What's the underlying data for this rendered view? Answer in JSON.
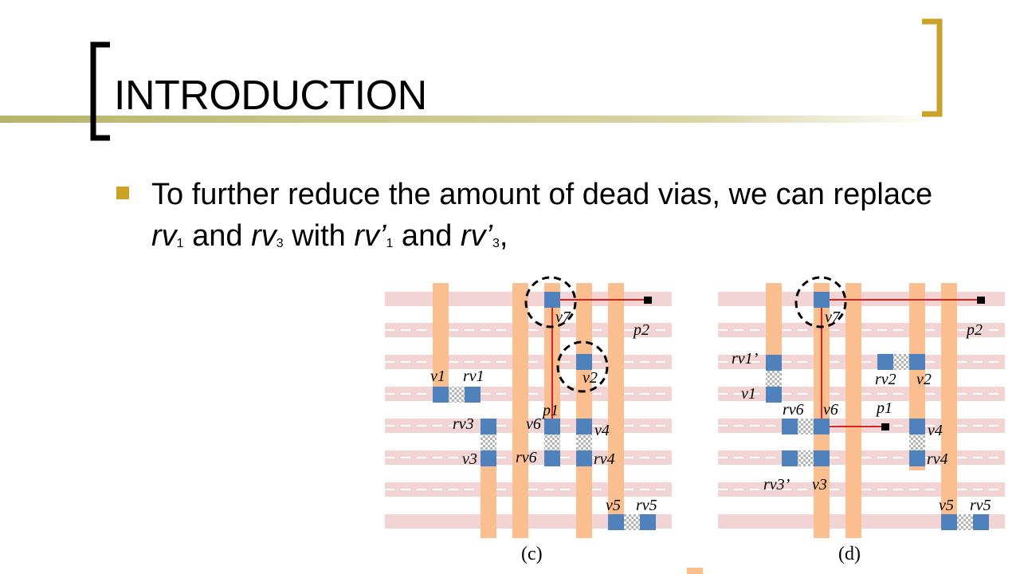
{
  "slide": {
    "title": "INTRODUCTION",
    "bullet": {
      "prefix": "To further reduce the amount of dead vias, we can replace ",
      "items": [
        {
          "base": "rv",
          "sub": "1"
        },
        {
          "base": "rv",
          "sub": "3"
        },
        {
          "base": "rv’",
          "sub": "1"
        },
        {
          "base": "rv’",
          "sub": "3"
        }
      ],
      "and1": " and ",
      "with": " with ",
      "and2": " and ",
      "suffix": ","
    }
  },
  "colors": {
    "accent_gold": "#c9a227",
    "bar_olive": "#b7b46a",
    "metal_orange": "#fbbf8f",
    "track_pink": "#f2d4d4",
    "via_blue": "#4f81bd",
    "wire_red": "#e02020"
  },
  "figures": {
    "c": {
      "caption": "(c)",
      "labels": {
        "v7": "v7",
        "p2": "p2",
        "v2": "v2",
        "v1": "v1",
        "rv1": "rv1",
        "p1": "p1",
        "rv3": "rv3",
        "v6": "v6",
        "v4": "v4",
        "v3": "v3",
        "rv6": "rv6",
        "rv4": "rv4",
        "v5": "v5",
        "rv5": "rv5"
      }
    },
    "d": {
      "caption": "(d)",
      "labels": {
        "v7": "v7",
        "p2": "p2",
        "rv1p": "rv1’",
        "rv2": "rv2",
        "v2": "v2",
        "v1": "v1",
        "rv6": "rv6",
        "v6": "v6",
        "p1": "p1",
        "v4": "v4",
        "rv4": "rv4",
        "rv3p": "rv3’",
        "v3": "v3",
        "v5": "v5",
        "rv5": "rv5"
      }
    }
  }
}
